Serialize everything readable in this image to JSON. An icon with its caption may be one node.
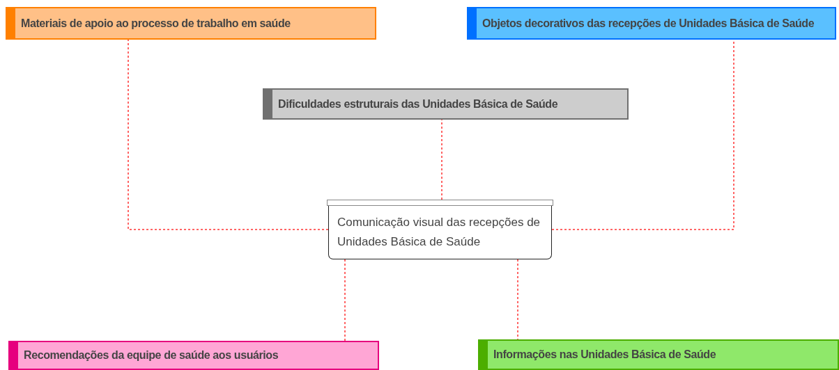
{
  "diagram": {
    "nodes": [
      {
        "text": [
          "Materiais de apoio ao processo de trabalho em saúde"
        ]
      },
      {
        "text": [
          "Objetos decorativos das recepções de Unidades Básica de Saúde"
        ]
      },
      {
        "text": [
          "Dificuldades estruturais das Unidades Básica de Saúde"
        ]
      },
      {
        "text": [
          "Comunicação visual das recepções de Unidades Básica de Saúde"
        ]
      },
      {
        "text": [
          "Recomendações da equipe de saúde aos usuários"
        ]
      },
      {
        "text": [
          "Informações nas Unidades Básica de Saúde"
        ]
      }
    ],
    "edges": [
      {
        "from": 3,
        "to": 0,
        "arrow": "none",
        "style": "dashed",
        "color": "#ff3333"
      },
      {
        "from": 3,
        "to": 1,
        "arrow": "none",
        "style": "dashed",
        "color": "#ff3333"
      },
      {
        "from": 3,
        "to": 2,
        "arrow": "none",
        "style": "dashed",
        "color": "#ff3333"
      },
      {
        "from": 3,
        "to": 4,
        "arrow": "none",
        "style": "dashed",
        "color": "#ff3333"
      },
      {
        "from": 3,
        "to": 5,
        "arrow": "none",
        "style": "dashed",
        "color": "#ff3333"
      }
    ]
  }
}
